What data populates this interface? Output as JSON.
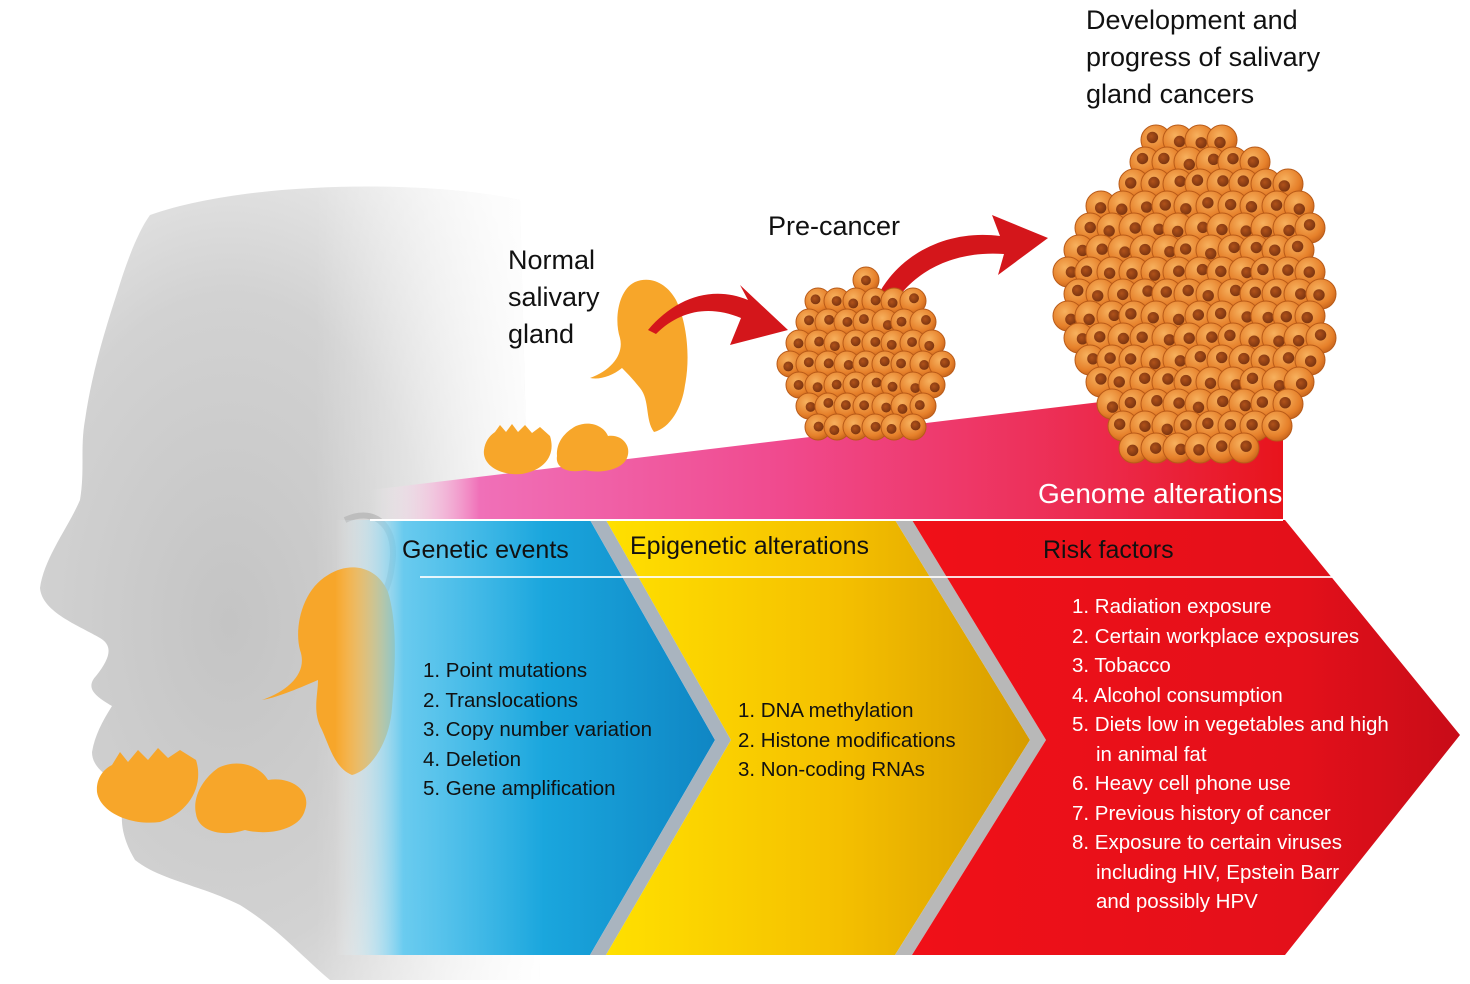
{
  "stages": {
    "normal": "Normal salivary gland",
    "precancer": "Pre-cancer",
    "cancer": "Development and progress of salivary gland cancers"
  },
  "genome_label": "Genome alterations",
  "sections": [
    {
      "title": "Genetic events",
      "items": [
        "1. Point mutations",
        "2. Translocations",
        "3. Copy number variation",
        "4. Deletion",
        "5. Gene amplification"
      ]
    },
    {
      "title": "Epigenetic alterations",
      "items": [
        "1. DNA methylation",
        "2. Histone modifications",
        "3. Non-coding RNAs"
      ]
    },
    {
      "title": "Risk factors",
      "items": [
        "1. Radiation exposure",
        "2. Certain workplace exposures",
        "3. Tobacco",
        "4. Alcohol consumption",
        "5. Diets low in vegetables and high",
        "in animal fat",
        "6. Heavy cell phone use",
        "7. Previous history of cancer",
        "8. Exposure to certain viruses",
        "including HIV, Epstein Barr",
        "and possibly HPV"
      ]
    }
  ],
  "colors": {
    "genetic": "#1aa0d8",
    "epigenetic": "#f2b400",
    "risk": "#e8141c",
    "gland": "#f7a62a",
    "cell": "#e07a25",
    "arrow": "#d4161b"
  }
}
